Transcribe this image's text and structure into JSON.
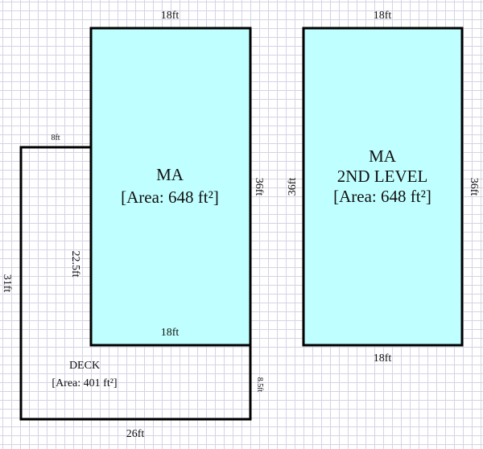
{
  "colors": {
    "room_fill": "#c0ffff",
    "wall": "#000000",
    "grid": "#d4d4e6"
  },
  "rooms": [
    {
      "name": "MA",
      "area": "[Area: 648 ft²]",
      "dims": {
        "top": "18ft",
        "right": "36ft",
        "bottom": "18ft",
        "left": "22.5ft"
      }
    },
    {
      "name": "MA",
      "name2": "2ND LEVEL",
      "area": "[Area: 648 ft²]",
      "dims": {
        "top": "18ft",
        "right": "36ft",
        "bottom": "18ft",
        "left": "36ft"
      }
    },
    {
      "name": "DECK",
      "area": "[Area: 401 ft²]",
      "dims": {
        "top": "8ft",
        "left": "31ft",
        "bottom": "26ft",
        "right": "8.5ft"
      }
    }
  ]
}
